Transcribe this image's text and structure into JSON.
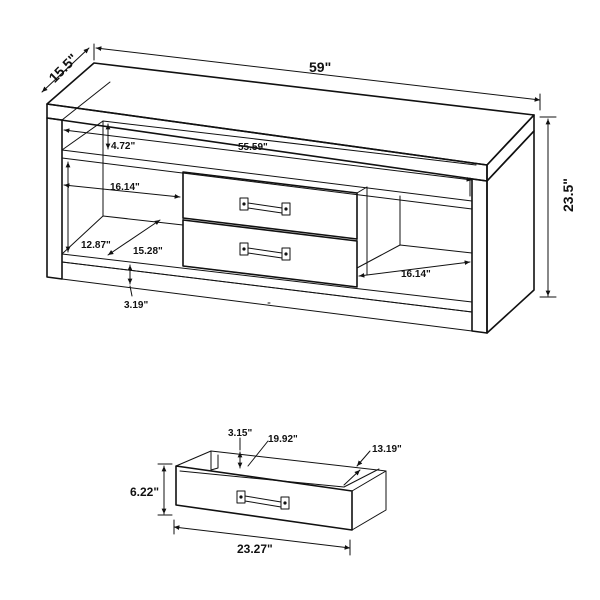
{
  "dimensions": {
    "overall_width": "59\"",
    "overall_depth": "15.5\"",
    "overall_height": "23.5\"",
    "top_shelf_height": "4.72\"",
    "inner_width": "55.59\"",
    "left_shelf_width": "16.14\"",
    "right_shelf_width": "16.14\"",
    "shelf_depth": "15.28\"",
    "opening_height": "12.87\"",
    "base_clearance": "3.19\""
  },
  "drawer": {
    "width": "23.27\"",
    "height": "6.22\"",
    "inner_depth": "19.92\"",
    "inner_width": "13.19\"",
    "side_height": "3.15\""
  },
  "colors": {
    "line": "#111111",
    "background": "#ffffff"
  }
}
